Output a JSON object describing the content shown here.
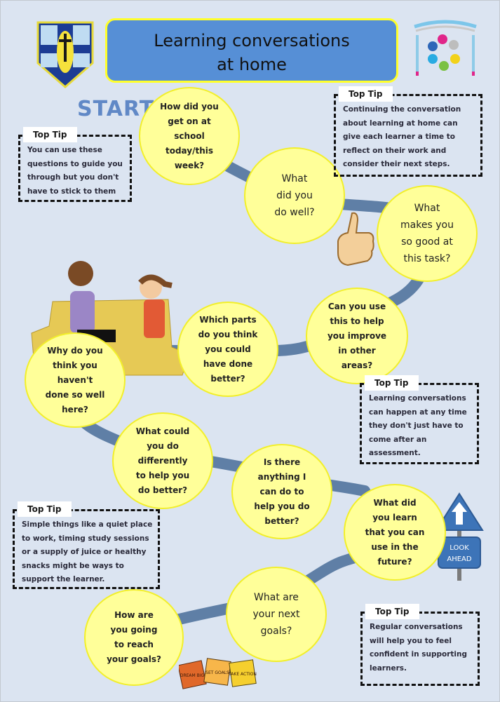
{
  "header": {
    "title_line1": "Learning conversations",
    "title_line2": "at home",
    "left_logo": "school-crest-icon",
    "right_logo": "learning-circle-logo-icon"
  },
  "start_label": "START",
  "colors": {
    "background": "#dbe4f1",
    "title_fill": "#568fd6",
    "title_border": "#ffff2a",
    "bubble_fill": "#ffff99",
    "bubble_border": "#f2ef2a",
    "path": "#5f7fa6",
    "start_text": "#4b78bf"
  },
  "questions": [
    {
      "id": 1,
      "text": "How did you\nget on at\nschool\ntoday/this\nweek?"
    },
    {
      "id": 2,
      "text": "What\ndid you\ndo well?"
    },
    {
      "id": 3,
      "text": "What\nmakes you\nso good at\nthis task?"
    },
    {
      "id": 4,
      "text": "Can you use\nthis to help\nyou improve\nin other\nareas?"
    },
    {
      "id": 5,
      "text": "Which parts\ndo you think\nyou could\nhave done\nbetter?"
    },
    {
      "id": 6,
      "text": "Why do you\nthink you\nhaven't\ndone so well\nhere?"
    },
    {
      "id": 7,
      "text": "What could\nyou do\ndifferently\nto help you\ndo better?"
    },
    {
      "id": 8,
      "text": "Is there\nanything I\ncan do to\nhelp you do\nbetter?"
    },
    {
      "id": 9,
      "text": "What did\nyou learn\nthat you can\nuse in the\nfuture?"
    },
    {
      "id": 10,
      "text": "What are\nyour next\ngoals?"
    },
    {
      "id": 11,
      "text": "How are\nyou going\nto reach\nyour goals?"
    }
  ],
  "tips": [
    {
      "label": "Top Tip",
      "text": "You can use these\nquestions to guide you\nthrough but you don't\nhave to stick to them"
    },
    {
      "label": "Top Tip",
      "text": "Continuing the conversation\nabout learning at home can\ngive each learner a time to\nreflect on their work and\nconsider their next steps."
    },
    {
      "label": "Top Tip",
      "text": "Learning conversations\ncan happen at any time\nthey don't just have to\ncome after an\nassessment."
    },
    {
      "label": "Top Tip",
      "text": "Simple things like a quiet place\nto work, timing study sessions\nor a supply of juice or healthy\nsnacks might be ways to\nsupport the learner."
    },
    {
      "label": "Top Tip",
      "text": "Regular conversations\nwill help you to feel\nconfident in supporting\nlearners."
    }
  ],
  "decorations": {
    "sign_line1": "LOOK",
    "sign_line2": "AHEAD",
    "notes": [
      "DREAM BIG",
      "SET GOALS",
      "TAKE ACTION"
    ],
    "thumb": "thumbs-up-icon",
    "people": "people-talking-illustration"
  }
}
